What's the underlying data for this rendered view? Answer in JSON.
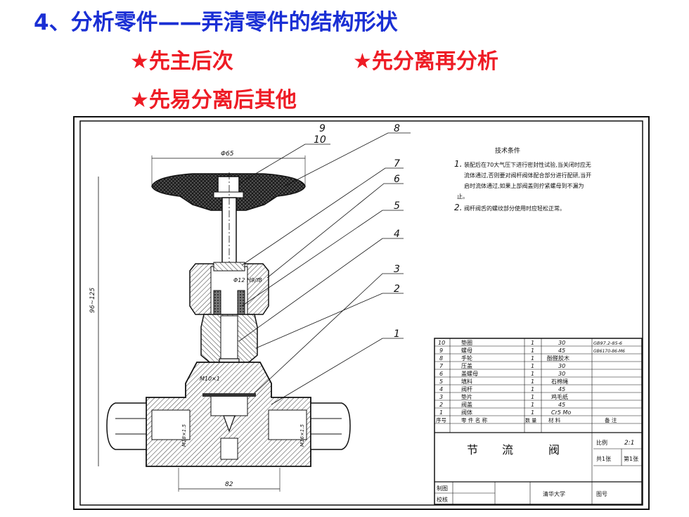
{
  "heading": {
    "title": "4、分析零件——弄清零件的结构形状",
    "star1": "★先主后次",
    "star2": "★先分离再分析",
    "star3": "★先易分离后其他"
  },
  "drawing": {
    "dims": {
      "handwheel_dia": "Φ65",
      "height": "96~125",
      "base_len": "82",
      "stem_fit": "Φ12 H9/f8",
      "thread_stem": "M10×1",
      "thread_left": "M18×1.5",
      "thread_right": "M16×1.5"
    },
    "part_numbers": [
      "9",
      "10",
      "8",
      "7",
      "6",
      "5",
      "4",
      "3",
      "2",
      "1"
    ],
    "tech_requirements": {
      "title": "技术条件",
      "item1_no": "1.",
      "item1_lines": [
        "装配后在70大气压下进行密封性试验,当关闭时应无",
        "流体通过,否则要对阀杆阀体配合部分进行配研,当开",
        "启时流体通过,如果上部阀盖则拧紧螺母到不漏为",
        "止。"
      ],
      "item2_no": "2.",
      "item2_text": "阀杆阀舌的螺纹部分使用时应轻松正常。"
    },
    "bom": {
      "rows": [
        {
          "no": "10",
          "name": "垫圈",
          "qty": "1",
          "mat": "30",
          "note": "GB97.2-85-6"
        },
        {
          "no": "9",
          "name": "螺母",
          "qty": "1",
          "mat": "45",
          "note": "GB6170-86-M6"
        },
        {
          "no": "8",
          "name": "手轮",
          "qty": "1",
          "mat": "酚醛胶木",
          "note": ""
        },
        {
          "no": "7",
          "name": "压盖",
          "qty": "1",
          "mat": "30",
          "note": ""
        },
        {
          "no": "6",
          "name": "盖螺母",
          "qty": "1",
          "mat": "30",
          "note": ""
        },
        {
          "no": "5",
          "name": "填料",
          "qty": "1",
          "mat": "石棉绳",
          "note": ""
        },
        {
          "no": "4",
          "name": "阀杆",
          "qty": "1",
          "mat": "45",
          "note": ""
        },
        {
          "no": "3",
          "name": "垫片",
          "qty": "1",
          "mat": "鸡毛纸",
          "note": ""
        },
        {
          "no": "2",
          "name": "阀盖",
          "qty": "1",
          "mat": "45",
          "note": ""
        },
        {
          "no": "1",
          "name": "阀体",
          "qty": "1",
          "mat": "Cr5 Mo",
          "note": ""
        }
      ],
      "header": {
        "no": "序号",
        "name": "零 件 名 称",
        "qty": "数 量",
        "mat": "材 料",
        "note": "备 注"
      }
    },
    "title_block": {
      "name1": "节",
      "name2": "流",
      "name3": "阀",
      "scale_label": "比例",
      "scale_value": "2:1",
      "sheets": "共1张",
      "sheet_no": "第1张",
      "drawn": "制图",
      "checked": "校核",
      "school": "清华大学",
      "drawing_no": "图号"
    }
  }
}
